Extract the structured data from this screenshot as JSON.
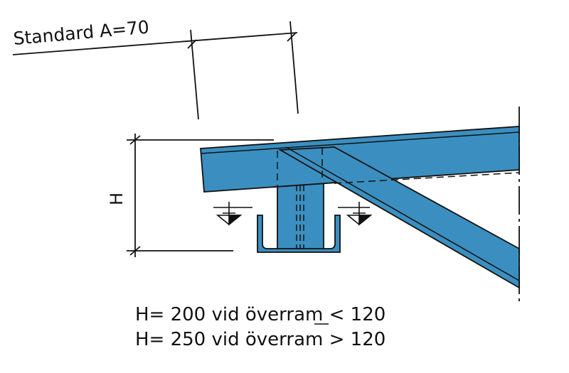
{
  "title_label": "Standard A=70",
  "dimension_label": "H",
  "notes": [
    "H= 200 vid överram < 120",
    "H= 250 vid överram > 120"
  ],
  "colors": {
    "steel": "#3a8fc0",
    "line": "#111111"
  }
}
